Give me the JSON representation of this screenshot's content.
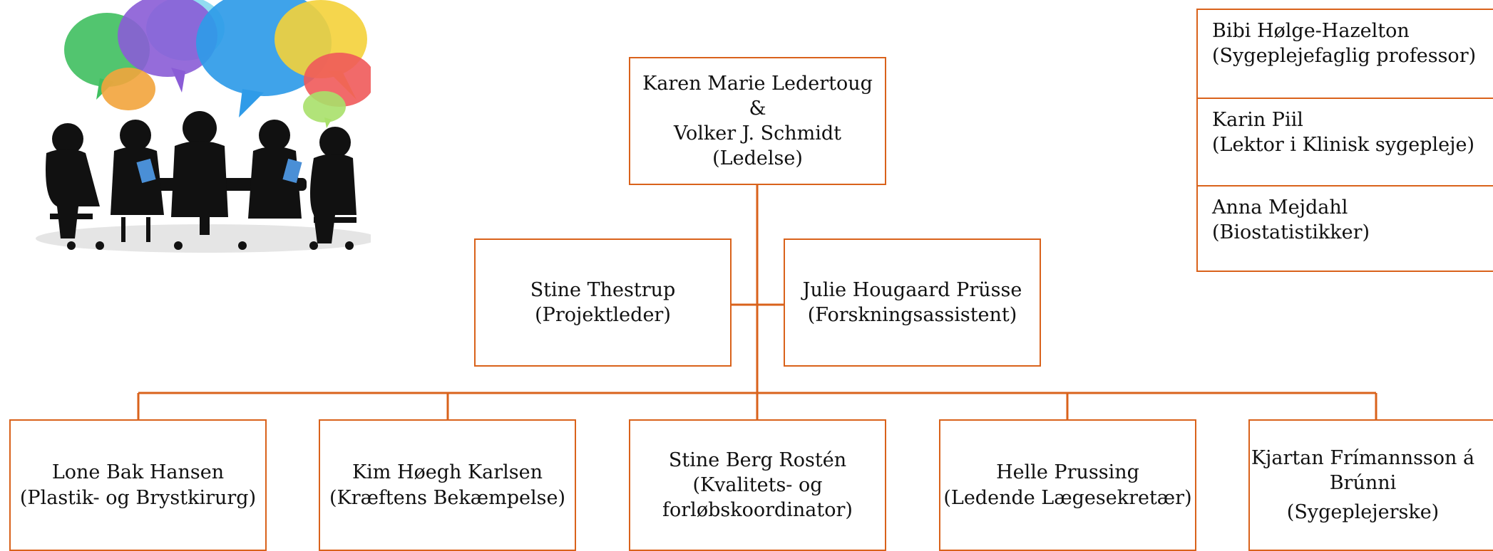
{
  "diagram": {
    "top": {
      "line1": "Karen Marie Ledertoug",
      "line2": "&",
      "line3": "Volker J. Schmidt",
      "line4": "(Ledelse)"
    },
    "middle": [
      {
        "name": "Stine Thestrup",
        "role": "(Projektleder)"
      },
      {
        "name": "Julie Hougaard Prüsse",
        "role": "(Forskningsassistent)"
      }
    ],
    "bottom": [
      {
        "name": "Lone Bak Hansen",
        "role": "(Plastik- og Brystkirurg)"
      },
      {
        "name": "Kim Høegh Karlsen",
        "role": "(Kræftens Bekæmpelse)"
      },
      {
        "name": "Stine Berg Rostén",
        "role1": "(Kvalitets- og",
        "role2": "forløbskoordinator)"
      },
      {
        "name": "Helle Prussing",
        "role": "(Ledende Lægesekretær)"
      },
      {
        "name1": "Kjartan Frímannsson á",
        "name2": "Brúnni",
        "role": "(Sygeplejerske)"
      }
    ],
    "advisors": [
      {
        "name": "Bibi Hølge-Hazelton",
        "role": "(Sygeplejefaglig professor)"
      },
      {
        "name": "Karin Piil",
        "role": "(Lektor i Klinisk sygepleje)"
      },
      {
        "name": "Anna Mejdahl",
        "role": "(Biostatistikker)"
      }
    ]
  },
  "colors": {
    "border": "#d9621b",
    "bubbles": [
      "#3fbf5f",
      "#8a5cd6",
      "#2f9be8",
      "#f4d23a",
      "#f05a5a",
      "#f2a43c",
      "#7fd7ee"
    ],
    "silhouette": "#111111"
  },
  "illustration": {
    "icon": "team-meeting-icon"
  }
}
